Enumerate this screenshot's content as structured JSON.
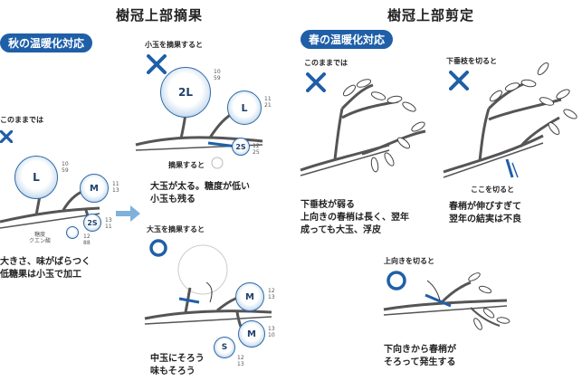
{
  "left_panel": {
    "title": "樹冠上部摘果",
    "badge": "秋の温暖化対応",
    "bad_case": {
      "label": "このままでは",
      "fruits": {
        "large": "L",
        "medium": "M",
        "small": "2S"
      },
      "tags": {
        "t1": "10\n59",
        "t2": "11\n13",
        "t3": "13\n11",
        "t4": "12\n88"
      },
      "branch_label": "糖度\nクエン酸",
      "caption": [
        "大きさ、味がばらつく",
        "低糖果は小玉で加工"
      ]
    },
    "thin_small": {
      "label": "小玉を摘果すると",
      "fruits": {
        "xl": "2L",
        "large": "L",
        "small": "2S"
      },
      "tags": {
        "t1": "10\n59",
        "t2": "11\n21",
        "t3": "12\n25"
      },
      "note": "摘果すると",
      "caption": [
        "大玉が太る。糖度が低い",
        "小玉も残る"
      ]
    },
    "thin_large": {
      "label": "大玉を摘果すると",
      "fruits": {
        "m1": "M",
        "m2": "M",
        "s": "S"
      },
      "tags": {
        "t1": "12\n13",
        "t2": "13\n10",
        "t3": "12\n13"
      },
      "caption": [
        "中玉にそろう",
        "味もそろう"
      ]
    }
  },
  "right_panel": {
    "title": "樹冠上部剪定",
    "badge": "春の温暖化対応",
    "bad_case": {
      "label": "このままでは",
      "caption": [
        "下垂枝が弱る",
        "上向きの春梢は長く、翌年",
        "成っても大玉、浮皮"
      ]
    },
    "cut_drooping": {
      "label": "下垂枝を切ると",
      "note": "ここを切ると",
      "caption": [
        "春梢が伸びすぎて",
        "翌年の結実は不良"
      ]
    },
    "cut_upward": {
      "label": "上向きを切ると",
      "caption": [
        "下向きから春梢が",
        "そろって発生する"
      ]
    }
  },
  "colors": {
    "accent": "#1f5fa8",
    "fruit_edge": "#2e6aa8",
    "branch": "#555555"
  },
  "icons": {
    "bad": "cross-mark-icon",
    "good": "circle-mark-icon",
    "flow": "right-arrow-icon"
  }
}
